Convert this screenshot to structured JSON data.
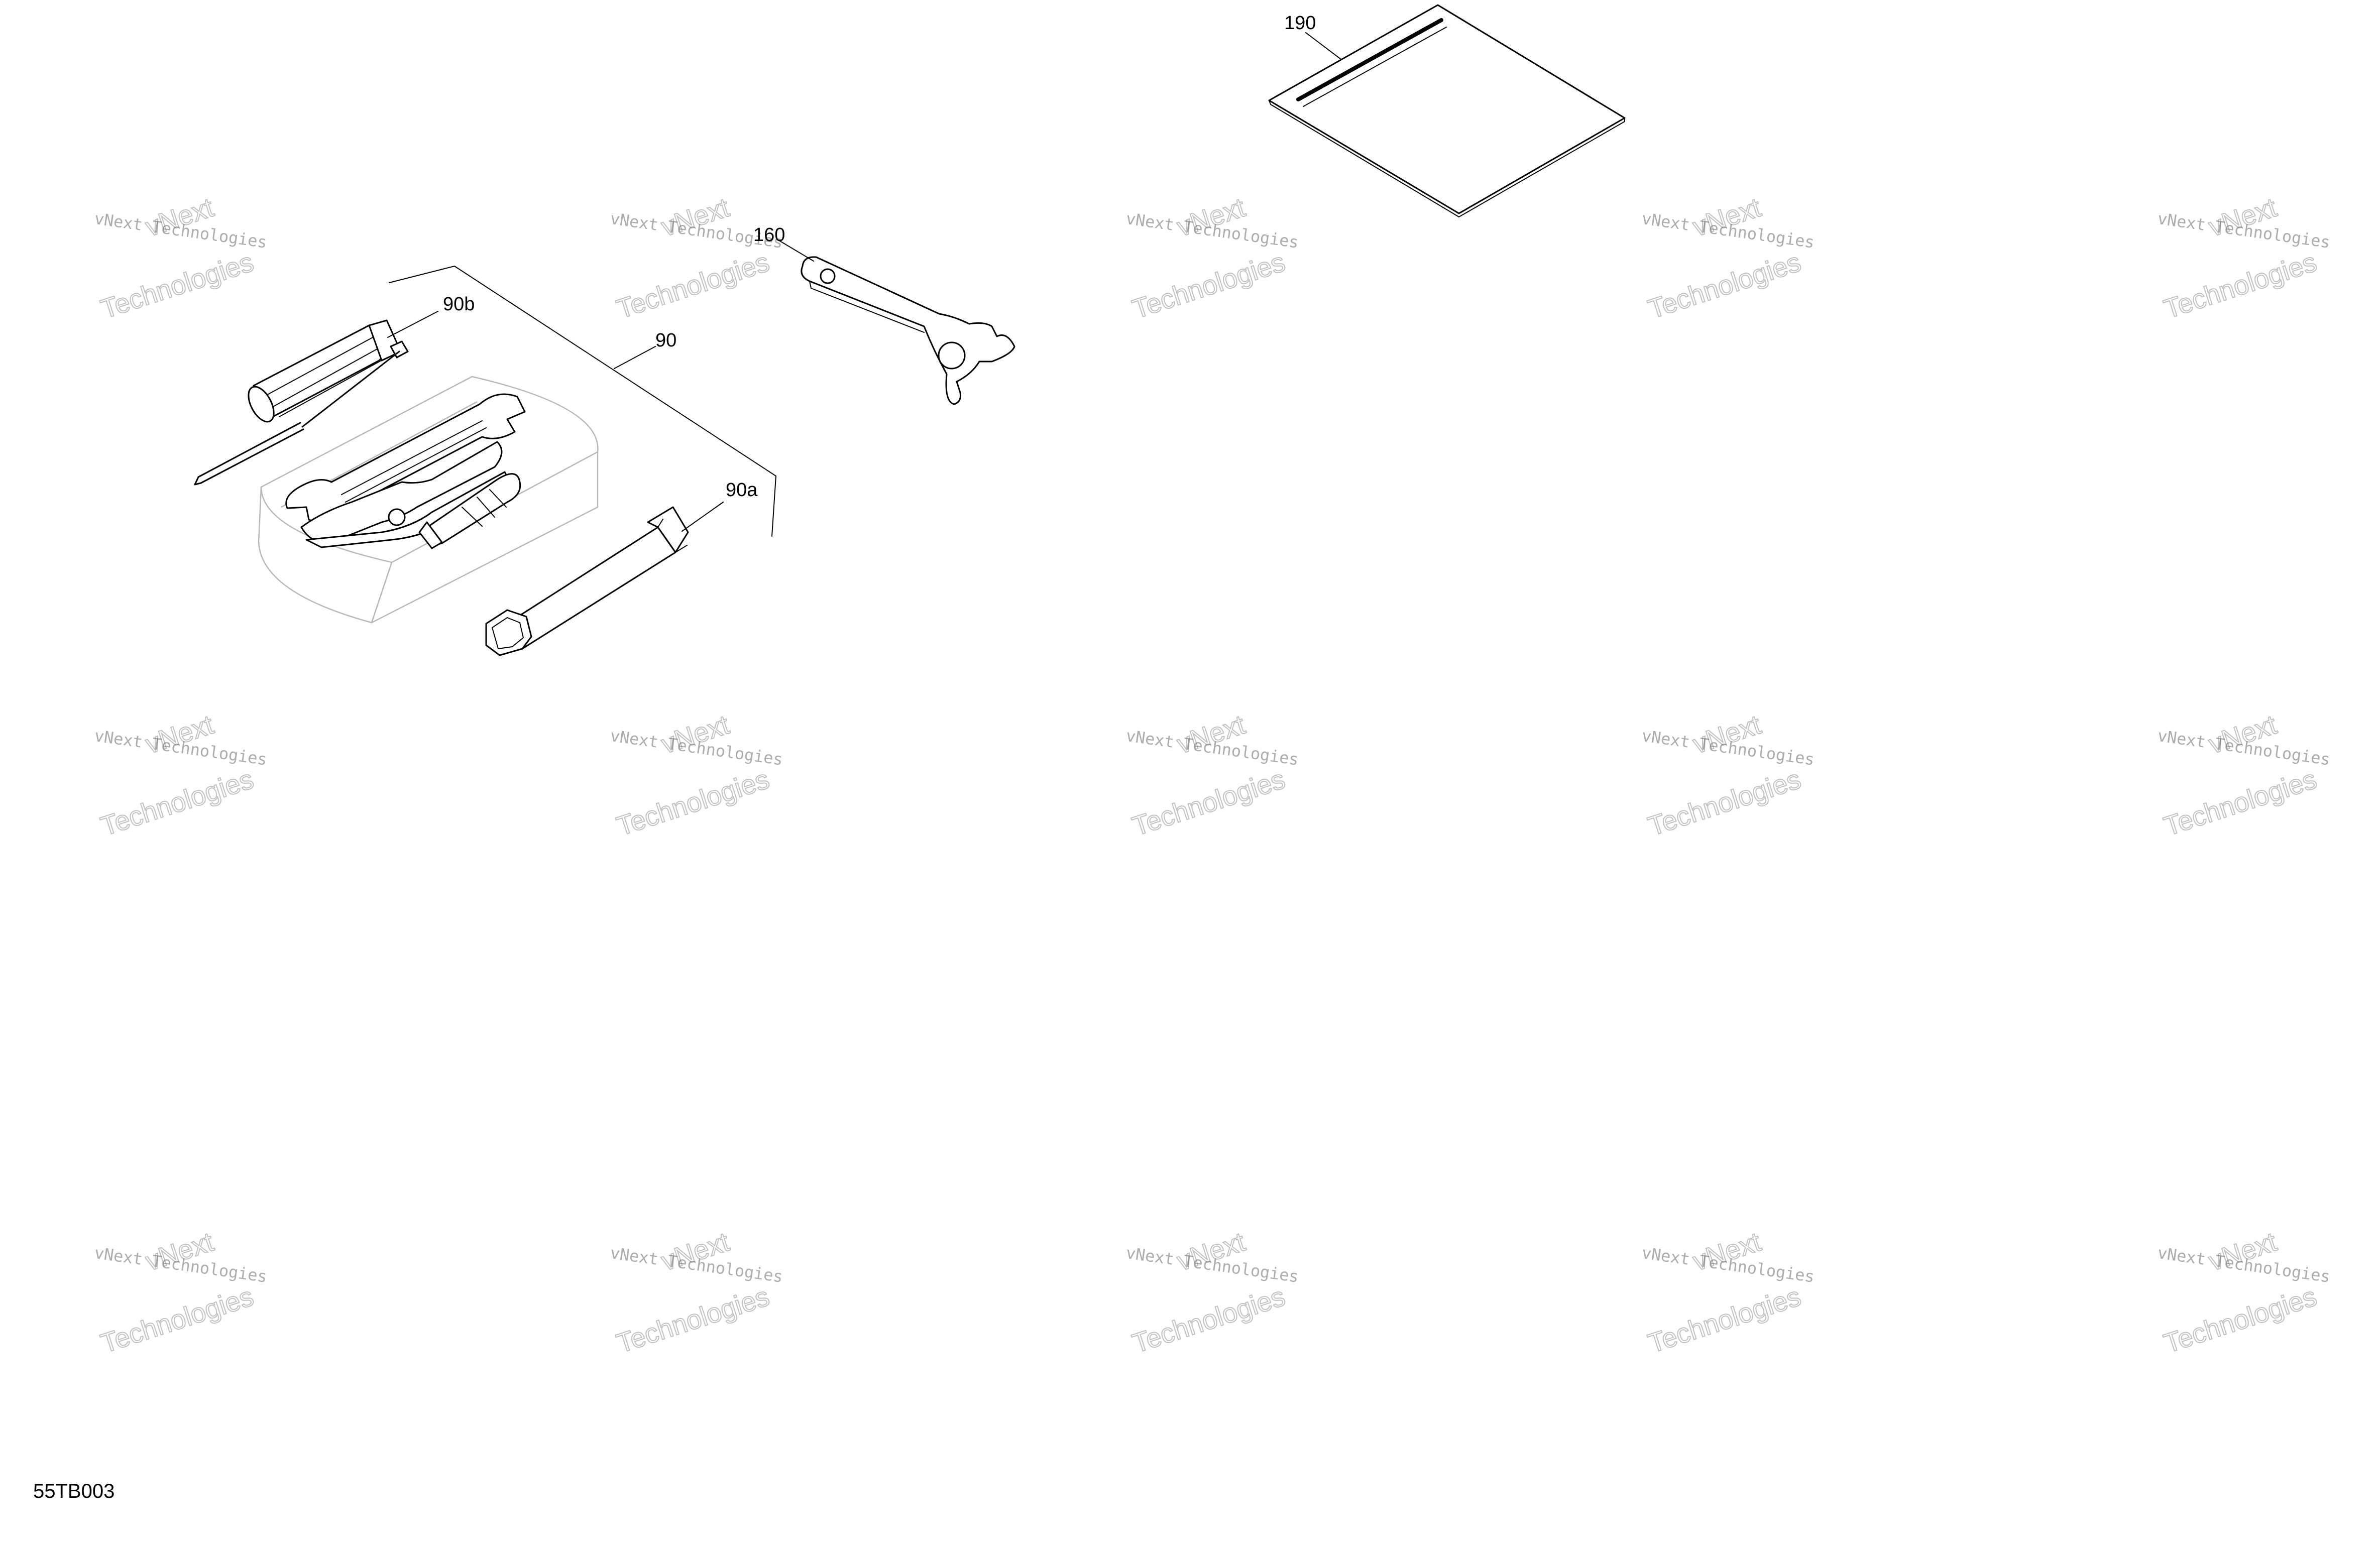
{
  "diagram": {
    "callouts": {
      "c90": "90",
      "c90a": "90a",
      "c90b": "90b",
      "c160": "160",
      "c190": "190"
    },
    "drawing_code": "55TB003"
  },
  "watermark": {
    "line1": "vNext Technologies",
    "line2": "vNext",
    "line3": "Technologies"
  }
}
